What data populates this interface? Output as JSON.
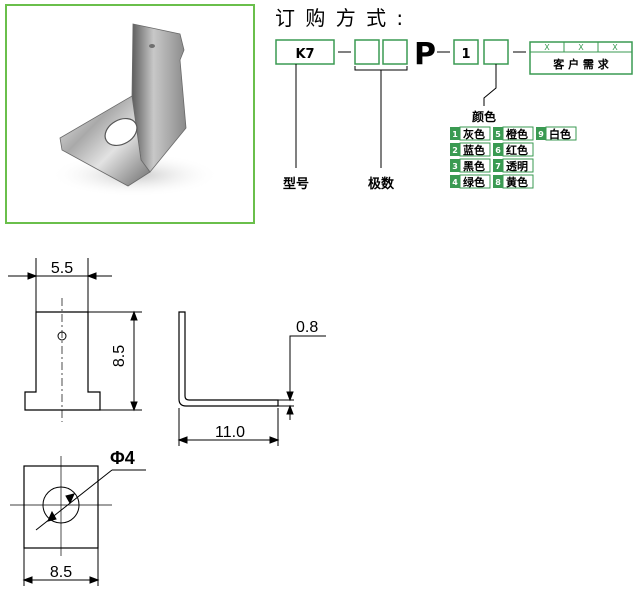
{
  "order": {
    "title": "订 购 方 式 :",
    "model_value": "K7",
    "letter": "P",
    "code_value": "1",
    "x_marks": [
      "X",
      "X",
      "X"
    ],
    "customer_label": "客 户 需 求",
    "label_model": "型号",
    "label_poles": "极数",
    "color_title": "颜色"
  },
  "colors": [
    {
      "num": "1",
      "name": "灰色"
    },
    {
      "num": "2",
      "name": "蓝色"
    },
    {
      "num": "3",
      "name": "黑色"
    },
    {
      "num": "4",
      "name": "绿色"
    },
    {
      "num": "5",
      "name": "橙色"
    },
    {
      "num": "6",
      "name": "红色"
    },
    {
      "num": "7",
      "name": "透明"
    },
    {
      "num": "8",
      "name": "黄色"
    },
    {
      "num": "9",
      "name": "白色"
    }
  ],
  "dimensions": {
    "width_top": "5.5",
    "height": "8.5",
    "thickness": "0.8",
    "length": "11.0",
    "hole": "Φ4",
    "width_bottom": "8.5"
  },
  "colors_theme": {
    "frame_green": "#6abf4b",
    "box_green": "#3a9a52",
    "line": "#000000"
  }
}
